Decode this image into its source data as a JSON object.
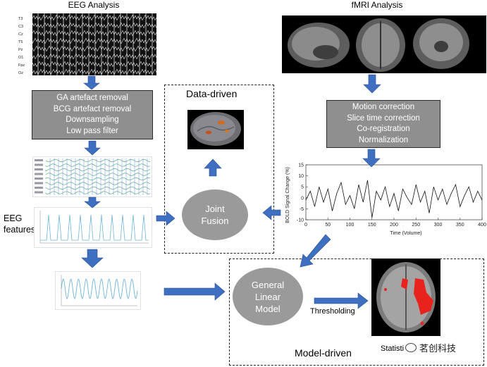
{
  "eeg_analysis": {
    "title": "EEG Analysis",
    "channels": [
      "T3",
      "C3",
      "Cz",
      "T5",
      "Pz",
      "O1",
      "Fpz",
      "Oz"
    ],
    "preprocessing_steps": [
      "GA artefact removal",
      "BCG artefact removal",
      "Downsampling",
      "Low pass filter"
    ],
    "features_label": [
      "EEG",
      "features"
    ]
  },
  "fmri_analysis": {
    "title": "fMRI Analysis",
    "preprocessing_steps": [
      "Motion correction",
      "Slice time correction",
      "Co-registration",
      "Normalization"
    ]
  },
  "data_driven": {
    "title": "Data-driven",
    "fusion_label": [
      "Joint",
      "Fusion"
    ]
  },
  "model_driven": {
    "title": "Model-driven",
    "glm_label": [
      "General",
      "Linear",
      "Model"
    ],
    "thresholding_label": "Thresholding",
    "statistic_label": "Statisti"
  },
  "bold_chart": {
    "chart_data": {
      "type": "line",
      "xlabel": "Time (Volume)",
      "ylabel": "BOLD Signal Change (%)",
      "xlim": [
        0,
        400
      ],
      "ylim": [
        -10,
        15
      ],
      "xticks": [
        0,
        50,
        100,
        150,
        200,
        250,
        300,
        350,
        400
      ],
      "yticks": [
        -10,
        -5,
        0,
        5,
        10,
        15
      ],
      "grid": false,
      "series": [
        {
          "x": [
            0,
            10,
            20,
            30,
            40,
            50,
            60,
            70,
            80,
            90,
            100,
            110,
            120,
            130,
            140,
            150,
            160,
            170,
            180,
            190,
            200,
            210,
            220,
            230,
            240,
            250,
            260,
            270,
            280,
            290,
            300,
            310,
            320,
            330,
            340,
            350,
            360,
            370,
            380,
            390,
            400
          ],
          "values": [
            -1,
            3,
            -4,
            5,
            -2,
            4,
            -6,
            2,
            7,
            -3,
            1,
            -5,
            6,
            -2,
            8,
            -9,
            3,
            -1,
            5,
            -4,
            2,
            -6,
            4,
            0,
            -3,
            6,
            -2,
            3,
            -7,
            5,
            -1,
            4,
            -3,
            2,
            6,
            -4,
            1,
            5,
            -2,
            3,
            -1
          ]
        }
      ]
    }
  },
  "watermark": "茗创科技",
  "colors": {
    "arrow_blue": "#3f6fc0",
    "box_gray": "#8f8f8f",
    "ellipse_gray": "#9a9a9a",
    "activation_red": "#e8231e"
  }
}
